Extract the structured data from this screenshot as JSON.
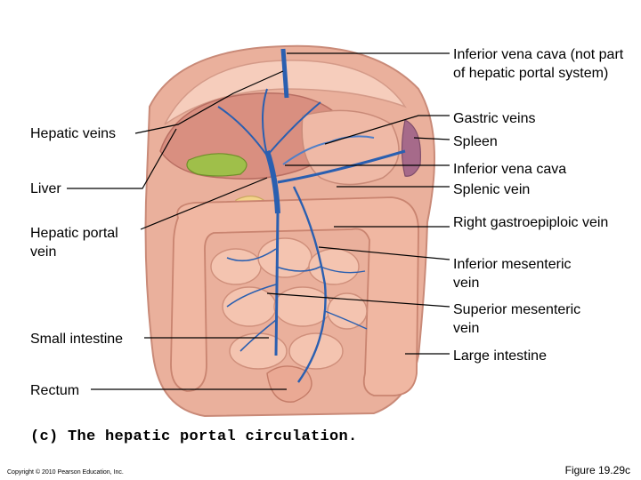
{
  "labels": {
    "ivc_top": "Inferior vena cava (not part of hepatic portal system)",
    "gastric_veins": "Gastric veins",
    "spleen": "Spleen",
    "ivc": "Inferior vena cava",
    "splenic_vein": "Splenic vein",
    "right_gastroepiploic": "Right gastroepiploic vein",
    "inferior_mesenteric": "Inferior mesenteric vein",
    "superior_mesenteric": "Superior mesenteric vein",
    "large_intestine": "Large intestine",
    "hepatic_veins": "Hepatic veins",
    "liver": "Liver",
    "hepatic_portal_vein": "Hepatic portal vein",
    "small_intestine": "Small intestine",
    "rectum": "Rectum"
  },
  "caption": "(c) The hepatic portal circulation.",
  "copyright": "Copyright © 2010 Pearson Education, Inc.",
  "figure_number": "Figure 19.29c",
  "colors": {
    "tissue": "#f2b9a4",
    "tissue_dark": "#d98c78",
    "vein": "#2a5fb0",
    "vein_light": "#6f9ad8",
    "gallbladder": "#9fbf4a",
    "pancreas": "#f3d38a"
  }
}
